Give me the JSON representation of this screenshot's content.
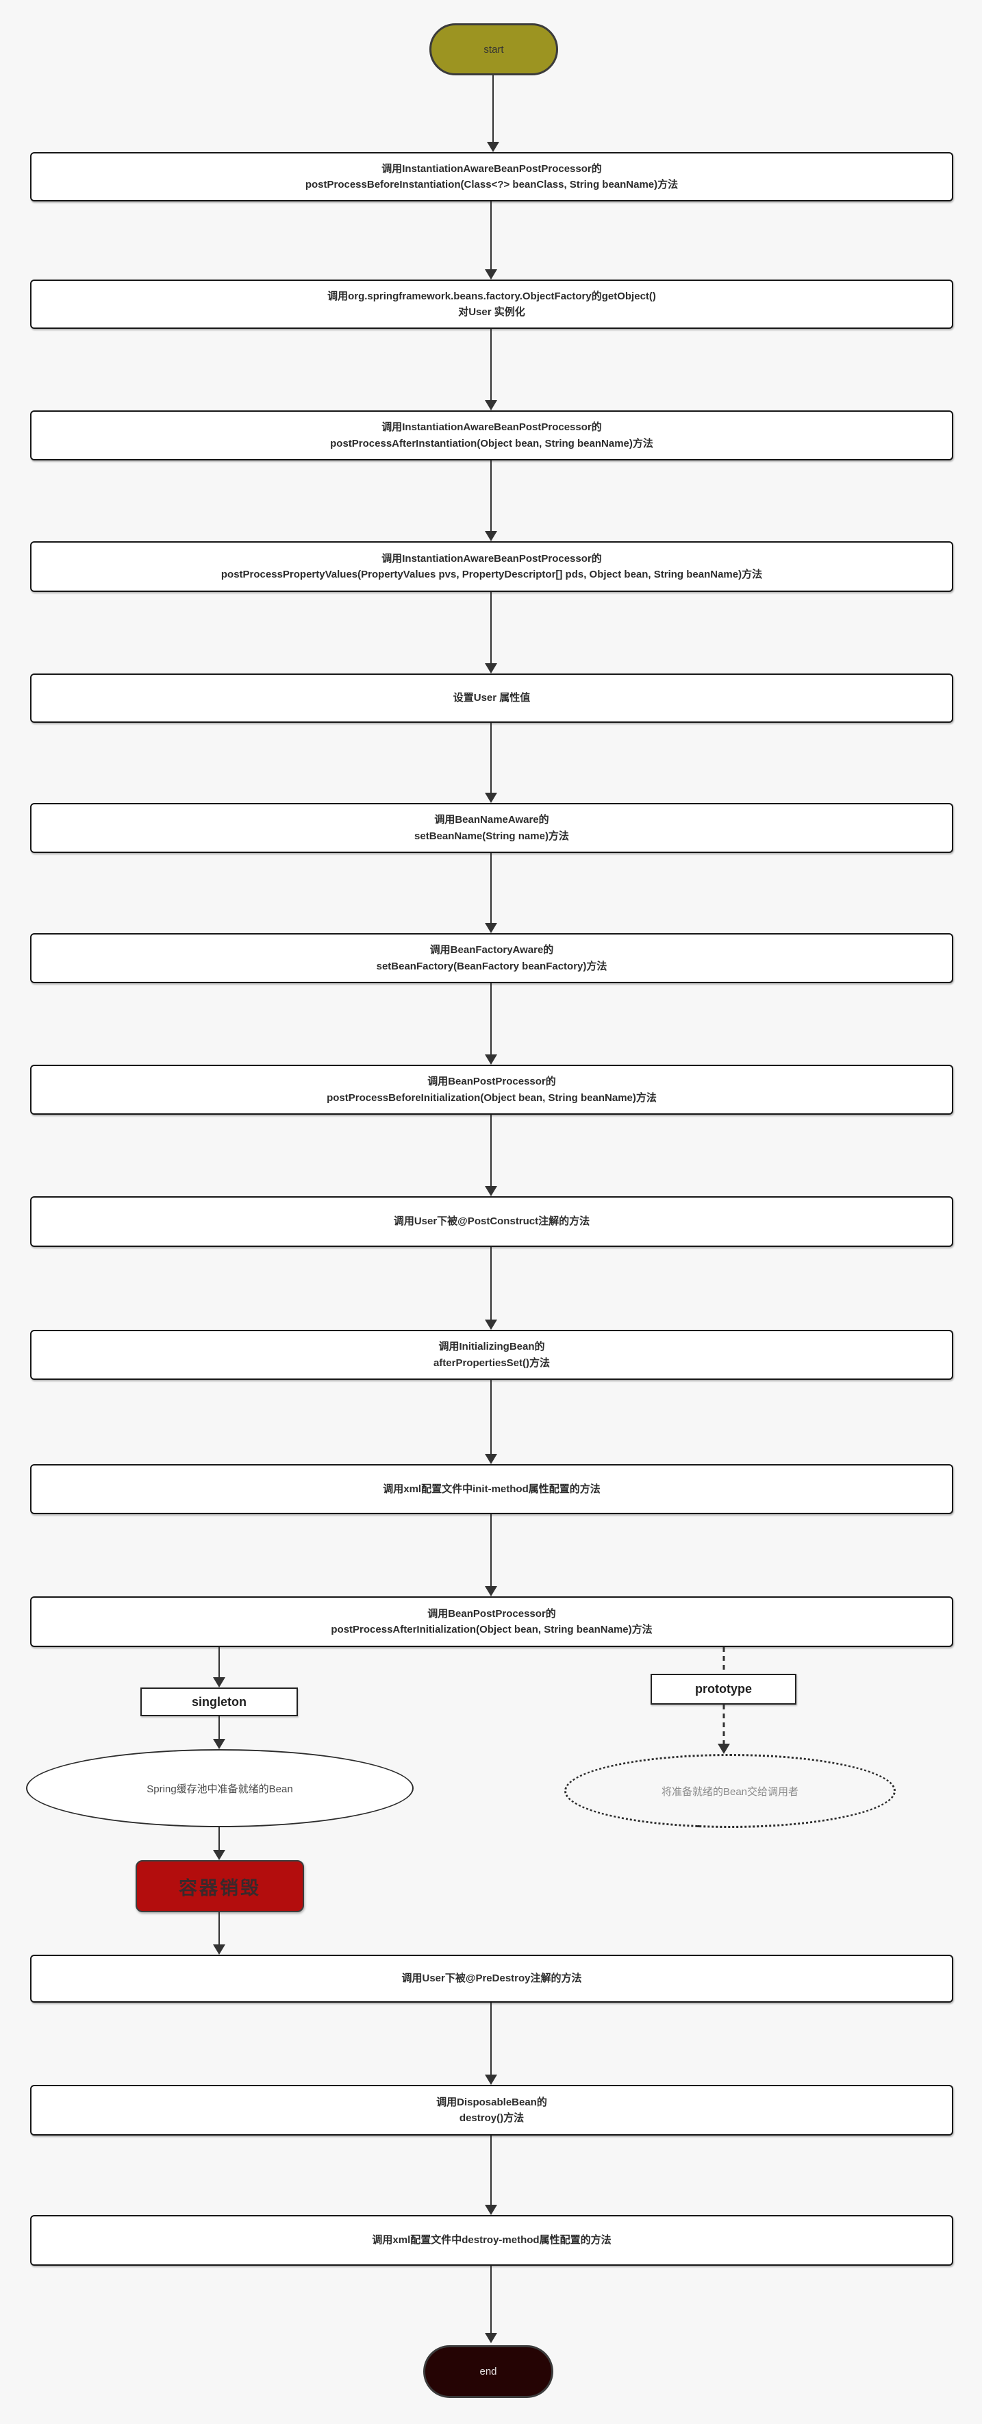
{
  "colors": {
    "background": "#f7f7f7",
    "start_fill": "#9c9421",
    "end_fill": "#250404",
    "destroy_fill": "#b30d0d",
    "box_fill": "#ffffff",
    "line": "#333333"
  },
  "start": {
    "label": "start"
  },
  "end": {
    "label": "end"
  },
  "steps": [
    {
      "text": "调用InstantiationAwareBeanPostProcessor的\npostProcessBeforeInstantiation(Class<?> beanClass, String beanName)方法"
    },
    {
      "text": "调用org.springframework.beans.factory.ObjectFactory的getObject()\n对User 实例化"
    },
    {
      "text": "调用InstantiationAwareBeanPostProcessor的\npostProcessAfterInstantiation(Object bean, String beanName)方法"
    },
    {
      "text": "调用InstantiationAwareBeanPostProcessor的\npostProcessPropertyValues(PropertyValues pvs, PropertyDescriptor[] pds, Object bean, String beanName)方法"
    },
    {
      "text": "设置User 属性值"
    },
    {
      "text": "调用BeanNameAware的\nsetBeanName(String name)方法"
    },
    {
      "text": "调用BeanFactoryAware的\nsetBeanFactory(BeanFactory beanFactory)方法"
    },
    {
      "text": "调用BeanPostProcessor的\npostProcessBeforeInitialization(Object bean, String beanName)方法"
    },
    {
      "text": "调用User下被@PostConstruct注解的方法"
    },
    {
      "text": "调用InitializingBean的\nafterPropertiesSet()方法"
    },
    {
      "text": "调用xml配置文件中init-method属性配置的方法"
    },
    {
      "text": "调用BeanPostProcessor的\npostProcessAfterInitialization(Object bean, String beanName)方法"
    },
    {
      "text": "调用User下被@PreDestroy注解的方法"
    },
    {
      "text": "调用DisposableBean的\ndestroy()方法"
    },
    {
      "text": "调用xml配置文件中destroy-method属性配置的方法"
    }
  ],
  "branches": {
    "singleton": {
      "label": "singleton",
      "result": "Spring缓存池中准备就绪的Bean",
      "destroy": "容器销毁"
    },
    "prototype": {
      "label": "prototype",
      "result": "将准备就绪的Bean交给调用者"
    }
  }
}
